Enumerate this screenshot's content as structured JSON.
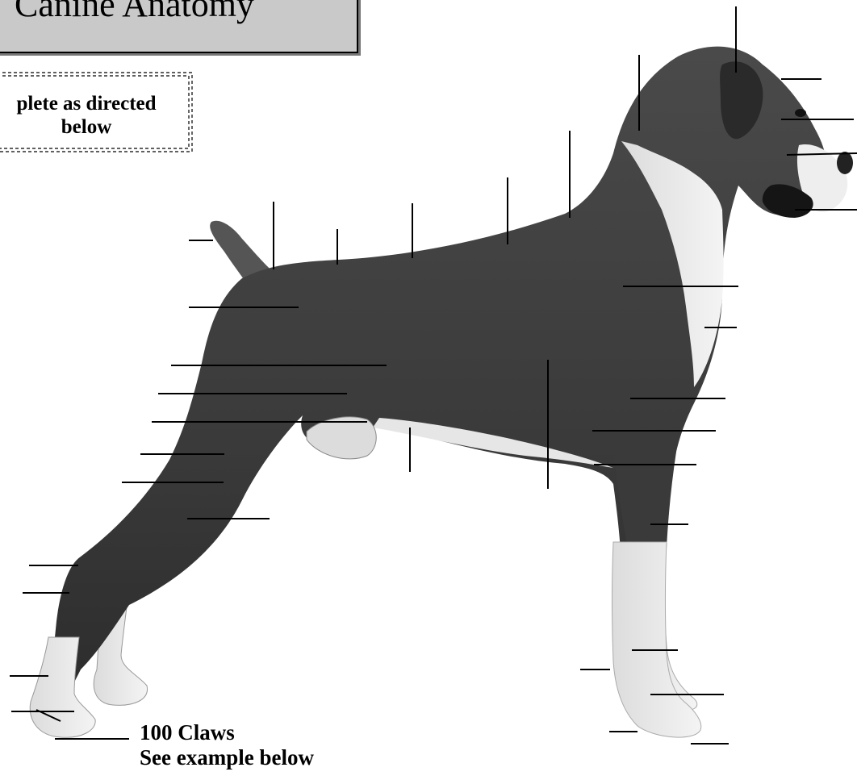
{
  "worksheet": {
    "title": "Canine Anatomy",
    "instructions_line1": "plete as directed",
    "instructions_line2": "below",
    "claws_label_line1": "100 Claws",
    "claws_label_line2": "See example below"
  },
  "colors": {
    "ink": "#000000",
    "title_box_fill": "#c9c9c9",
    "coat_dark": "#3f3f3f",
    "coat_white": "#ececec"
  },
  "icons": [
    "dog-illustration"
  ]
}
